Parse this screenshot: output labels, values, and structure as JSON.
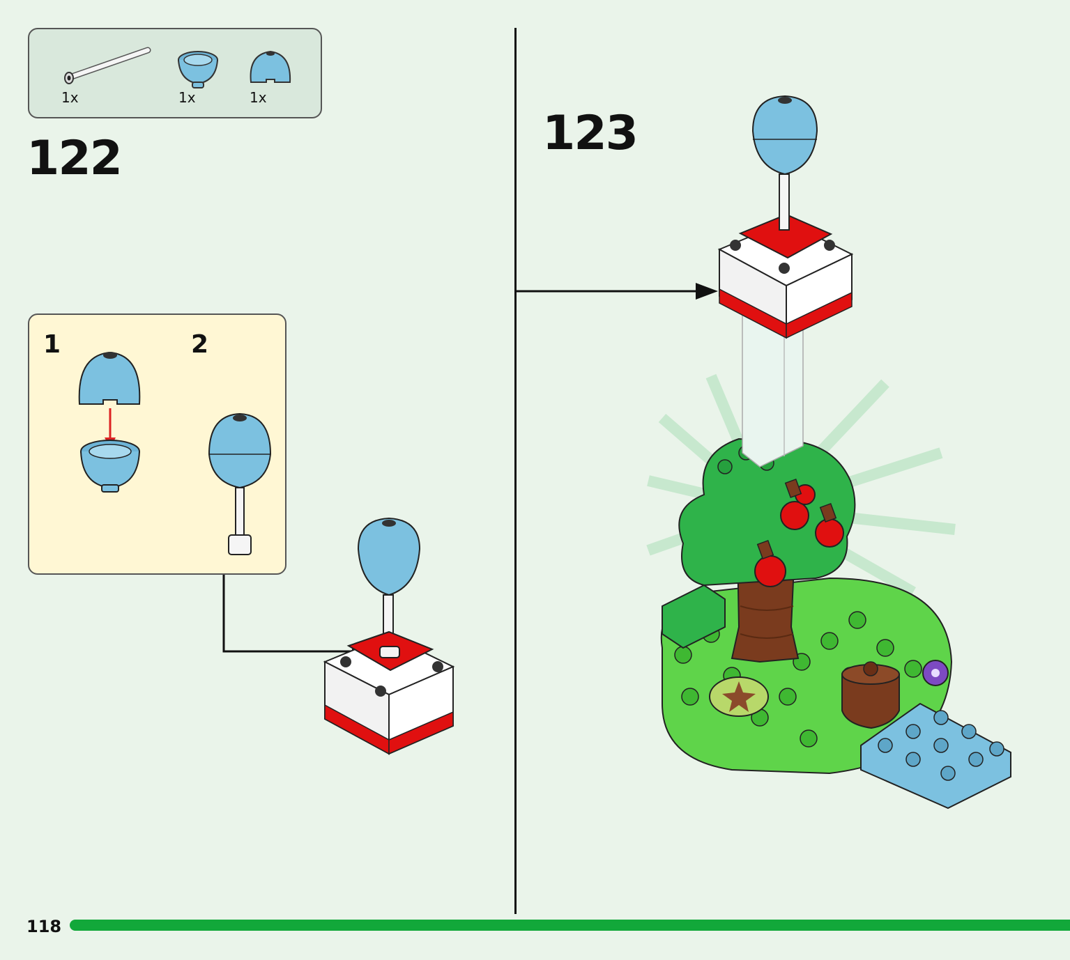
{
  "page": {
    "number": "118"
  },
  "parts_list": {
    "items": [
      {
        "name": "bar-with-stopper",
        "qty": "1x",
        "color": "#f4f4f4"
      },
      {
        "name": "dome-bottom-half",
        "qty": "1x",
        "color": "#7cc1e0"
      },
      {
        "name": "dome-top-half",
        "qty": "1x",
        "color": "#7cc1e0"
      }
    ]
  },
  "steps": [
    {
      "number": "122",
      "substeps": [
        "1",
        "2"
      ]
    },
    {
      "number": "123"
    }
  ],
  "colors": {
    "background": "#eaf4ea",
    "accent_bar": "#12a83a",
    "sub_box": "#fff7d4",
    "medium_azure": "#7cc1e0",
    "red": "#e01010",
    "green": "#2fb34a",
    "bright_green": "#5fd44a",
    "brown": "#7a3b1e"
  }
}
